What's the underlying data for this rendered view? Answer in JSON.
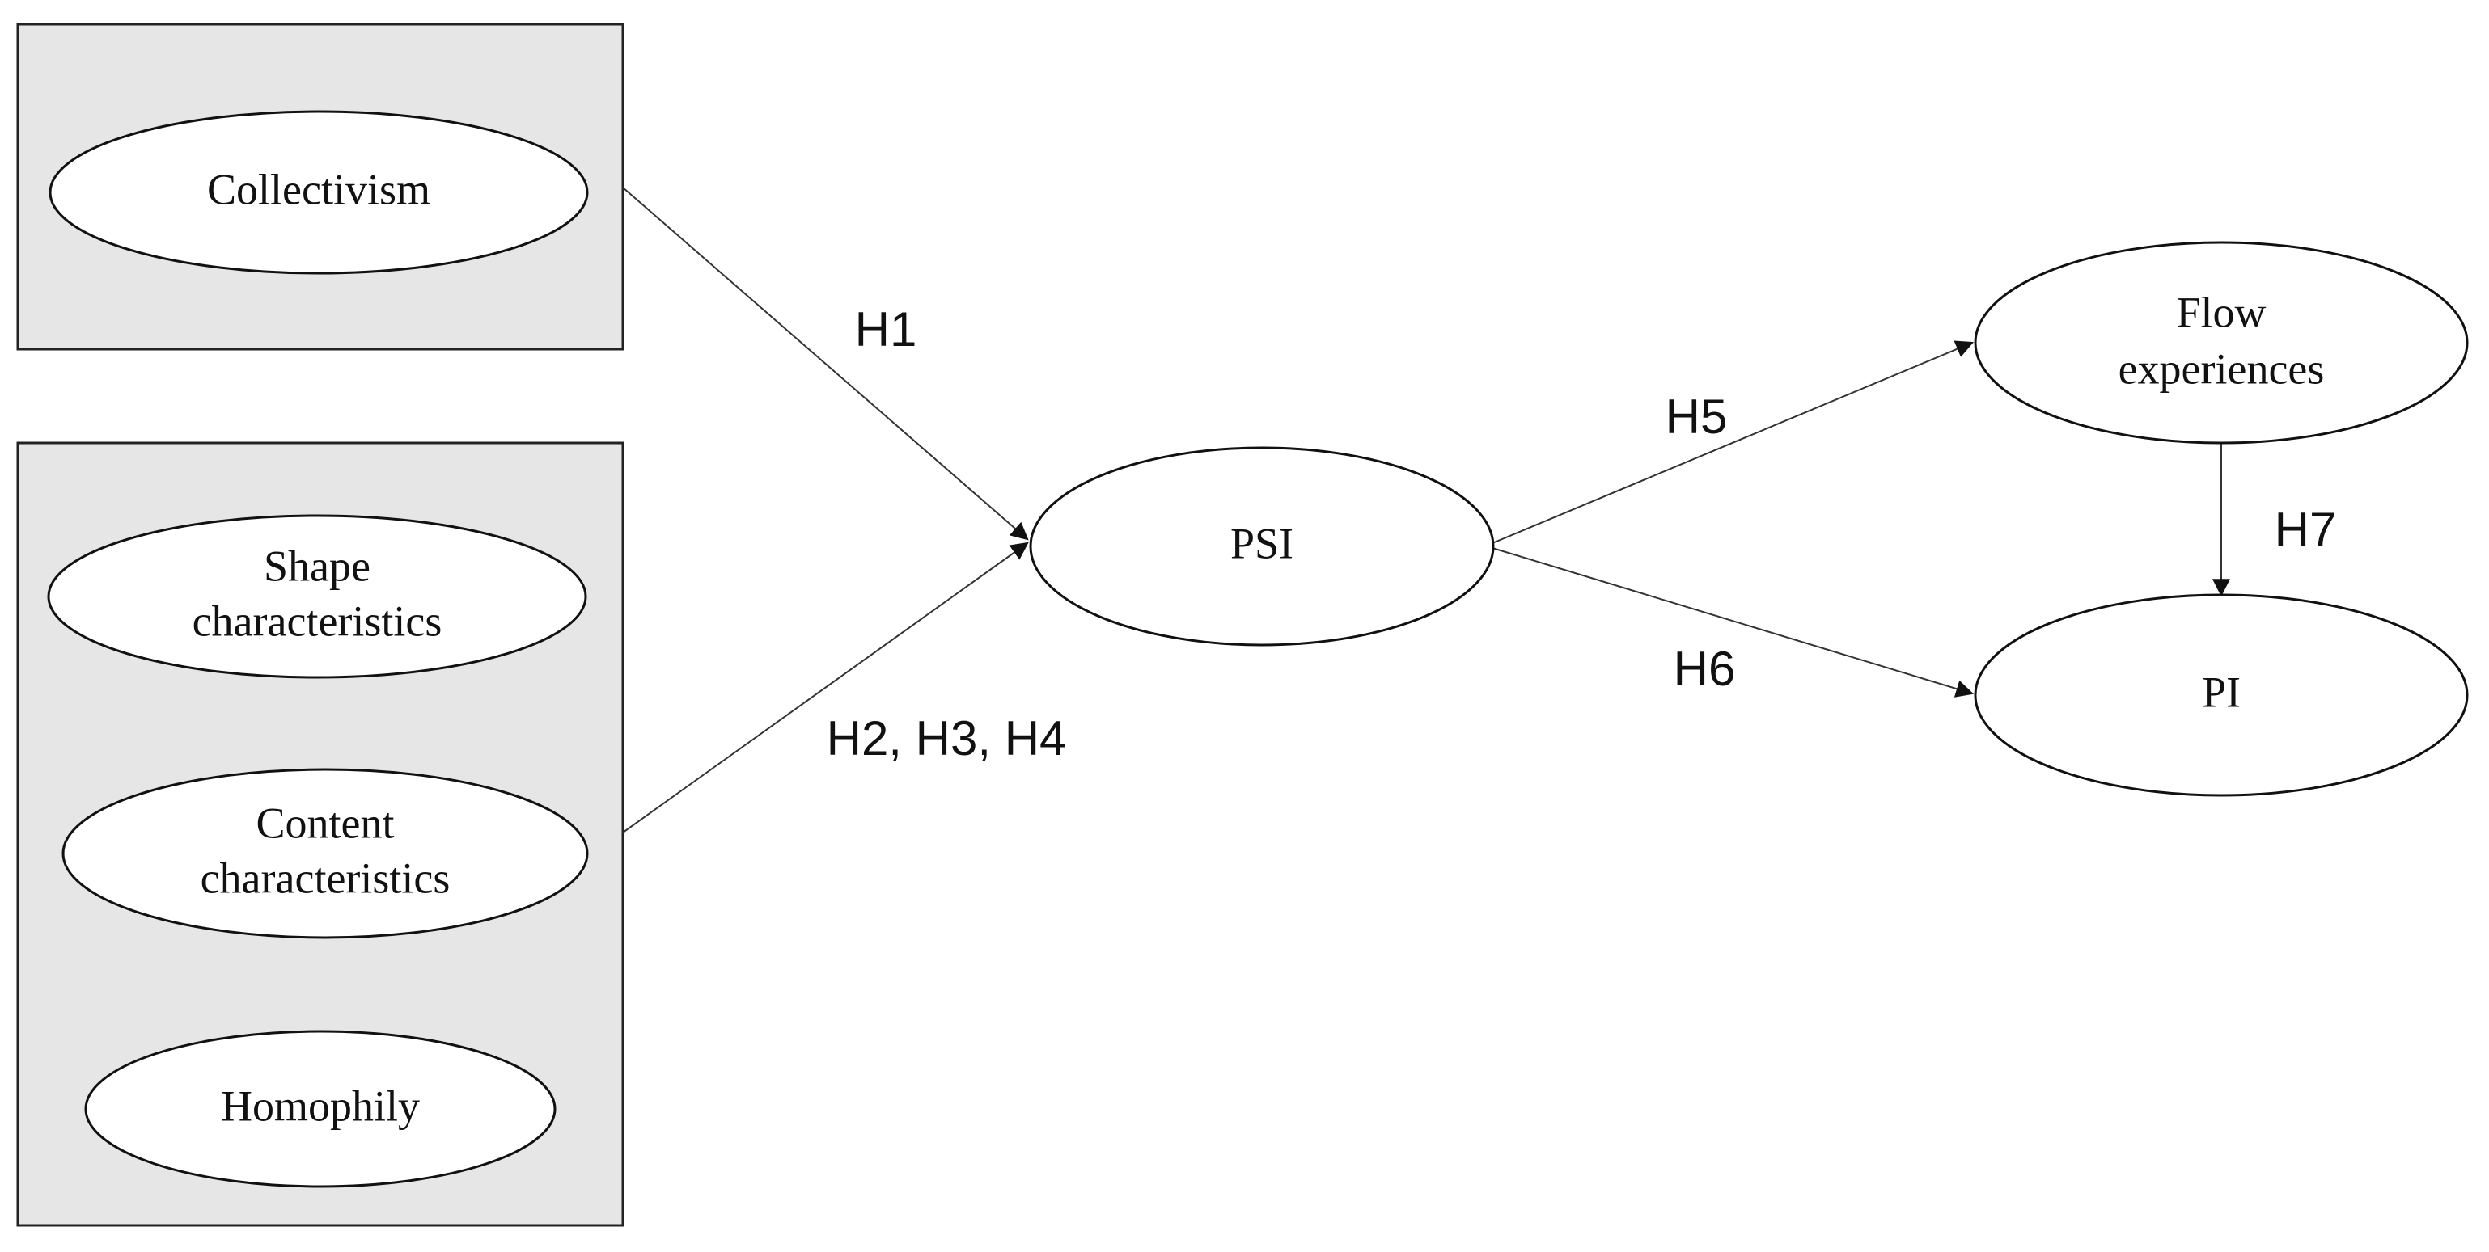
{
  "nodes": {
    "collectivism": {
      "lines": [
        "Collectivism"
      ]
    },
    "shape": {
      "lines": [
        "Shape",
        "characteristics"
      ]
    },
    "content": {
      "lines": [
        "Content",
        "characteristics"
      ]
    },
    "homophily": {
      "lines": [
        "Homophily"
      ]
    },
    "psi": {
      "lines": [
        "PSI"
      ]
    },
    "flow": {
      "lines": [
        "Flow",
        "experiences"
      ]
    },
    "pi": {
      "lines": [
        "PI"
      ]
    }
  },
  "edges": {
    "h1": {
      "label": "H1",
      "from": "collectivism",
      "to": "psi"
    },
    "h234": {
      "label": "H2, H3, H4",
      "from": "characteristics-group",
      "to": "psi"
    },
    "h5": {
      "label": "H5",
      "from": "psi",
      "to": "flow"
    },
    "h6": {
      "label": "H6",
      "from": "psi",
      "to": "pi"
    },
    "h7": {
      "label": "H7",
      "from": "flow",
      "to": "pi"
    }
  },
  "colors": {
    "group_fill": "#e6e6e6",
    "node_fill": "#ffffff",
    "stroke": "#111111"
  }
}
